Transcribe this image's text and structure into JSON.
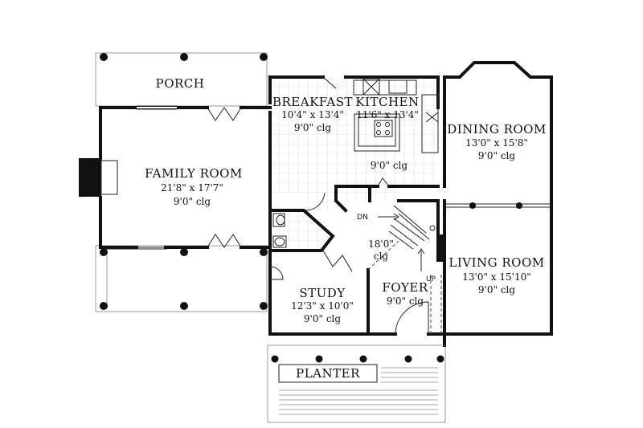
{
  "rooms": {
    "porch": {
      "name": "PORCH"
    },
    "family_room": {
      "name": "FAMILY ROOM",
      "size": "21'8\" x 17'7\"",
      "ceiling": "9'0\" clg"
    },
    "breakfast": {
      "name": "BREAKFAST",
      "size": "10'4\" x 13'4\"",
      "ceiling": "9'0\" clg"
    },
    "kitchen": {
      "name": "KITCHEN",
      "size": "11'6\" x 13'4\""
    },
    "kitchen_area_ceiling": "9'0\" clg",
    "dining_room": {
      "name": "DINING ROOM",
      "size": "13'0\" x 15'8\"",
      "ceiling": "9'0\" clg"
    },
    "living_room": {
      "name": "LIVING ROOM",
      "size": "13'0\" x 15'10\"",
      "ceiling": "9'0\" clg"
    },
    "study": {
      "name": "STUDY",
      "size": "12'3\" x 10'0\"",
      "ceiling": "9'0\" clg"
    },
    "foyer": {
      "name": "FOYER",
      "ceiling": "9'0\" clg"
    },
    "stair_hall": {
      "height": "18'0\"",
      "ceiling": "clg"
    },
    "planter": {
      "name": "PLANTER"
    }
  },
  "stairs": {
    "down_label": "DN",
    "up_label": "UP"
  }
}
